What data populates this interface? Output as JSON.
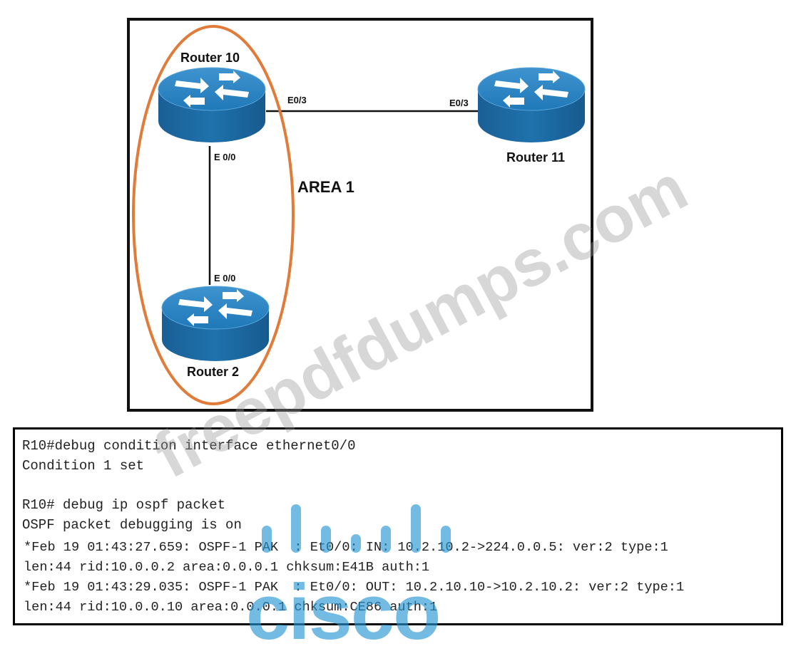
{
  "topology": {
    "routers": {
      "r10": {
        "name": "Router 10",
        "icon": "router-icon"
      },
      "r11": {
        "name": "Router 11",
        "icon": "router-icon"
      },
      "r2": {
        "name": "Router 2",
        "icon": "router-icon"
      }
    },
    "links": {
      "r10_r11": {
        "a_iface": "E0/3",
        "b_iface": "E0/3"
      },
      "r10_r2": {
        "a_iface": "E 0/0",
        "b_iface": "E 0/0"
      }
    },
    "area_label": "AREA 1",
    "colors": {
      "router_blue": "#1c6fa8",
      "area_outline": "#e07b39"
    }
  },
  "console": {
    "lines": [
      "R10#debug condition interface ethernet0/0",
      "Condition 1 set",
      "R10# debug ip ospf packet",
      "OSPF packet debugging is on",
      "*Feb 19 01:43:27.659: OSPF-1 PAK  : Et0/0: IN: 10.2.10.2->224.0.0.5: ver:2 type:1",
      "len:44 rid:10.0.0.2 area:0.0.0.1 chksum:E41B auth:1",
      "*Feb 19 01:43:29.035: OSPF-1 PAK  : Et0/0: OUT: 10.2.10.10->10.2.10.2: ver:2 type:1",
      "len:44 rid:10.0.0.10 area:0.0.0.1 chksum:CE86 auth:1"
    ]
  },
  "watermark": {
    "text": "freepdfdumps.com",
    "logo_word": "CISCO",
    "logo_color": "#2896d2"
  }
}
